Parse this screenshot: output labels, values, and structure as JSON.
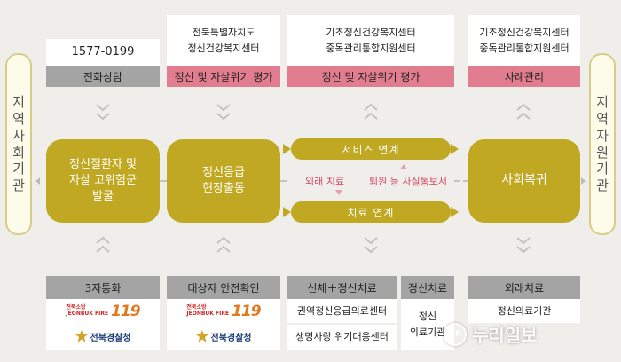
{
  "left_bar": [
    "지",
    "역",
    "사",
    "회",
    "기",
    "관"
  ],
  "right_bar": [
    "지",
    "역",
    "자",
    "원",
    "기",
    "관"
  ],
  "col1": {
    "top_white": [
      "1577-0199"
    ],
    "top_label": "전화상담",
    "main": [
      "정신질환자 및",
      "자살 고위험군",
      "발굴"
    ],
    "bottom_label": "3자통화",
    "logo_119_small": [
      "전북소방",
      "JEONBUK FIRE"
    ],
    "logo_119_num": "119",
    "police": "전북경찰청"
  },
  "col2": {
    "top_white": [
      "전북특별자치도",
      "정신건강복지센터"
    ],
    "top_label": "정신 및 자살위기 평가",
    "main": [
      "정신응급",
      "현장출동"
    ],
    "bottom_label": "대상자 안전확인",
    "logo_119_small": [
      "전북소방",
      "JEONBUK FIRE"
    ],
    "logo_119_num": "119",
    "police": "전북경찰청"
  },
  "col3": {
    "top_white": [
      "기초정신건강복지센터",
      "중독관리통합지원센터"
    ],
    "top_label": "정신 및 자살위기 평가",
    "service_link": "서비스 연계",
    "treatment_link": "치료 연계",
    "outpatient": "외래 치료",
    "discharge": "퇴원 등 사실통보서",
    "bottom_a_label": "신체＋정신치료",
    "bottom_a_items": [
      "권역정신응급의료센터",
      "생명사랑 위기대응센터"
    ],
    "bottom_b_label": "정신치료",
    "bottom_b_items": [
      "정신",
      "의료기관"
    ]
  },
  "col4": {
    "top_white": [
      "기초정신건강복지센터",
      "중독관리통합지원센터"
    ],
    "top_label": "사례관리",
    "main": [
      "사회복귀"
    ],
    "bottom_label": "외래치료",
    "bottom_items": [
      "정신의료기관"
    ]
  },
  "watermark": "누리일보",
  "watermark_badge": "NR",
  "colors": {
    "gold": "#c1a823",
    "pink": "#e27d90",
    "gray": "#a4a4a4",
    "red_text": "#d4455f",
    "background": "#efeeeb"
  }
}
